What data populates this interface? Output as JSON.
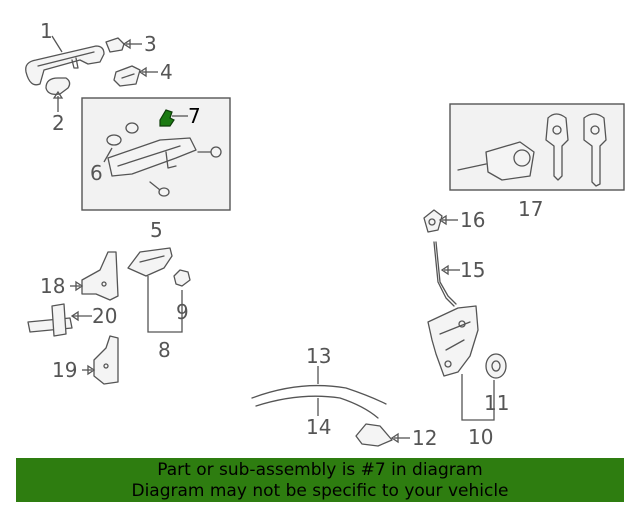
{
  "callouts": {
    "c1": "1",
    "c2": "2",
    "c3": "3",
    "c4": "4",
    "c5": "5",
    "c6": "6",
    "c7": "7",
    "c8": "8",
    "c9": "9",
    "c10": "10",
    "c11": "11",
    "c12": "12",
    "c13": "13",
    "c14": "14",
    "c15": "15",
    "c16": "16",
    "c17": "17",
    "c18": "18",
    "c19": "19",
    "c20": "20"
  },
  "highlight_part": "7",
  "colors": {
    "highlight_part": "#1b7a12",
    "banner_background": "#2e7d10",
    "line_art": "#555555"
  },
  "banner": {
    "line1": "Part or sub-assembly is #7 in diagram",
    "line2": "Diagram may not be specific to your vehicle"
  }
}
